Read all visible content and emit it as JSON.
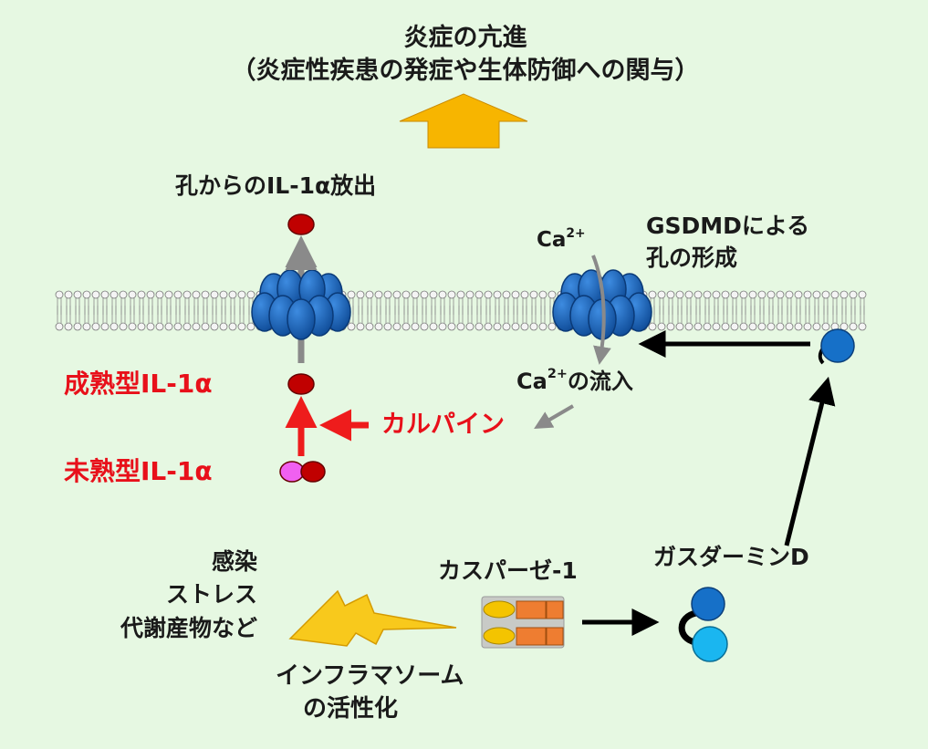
{
  "header": {
    "line1": "炎症の亢進",
    "line2": "（炎症性疾患の発症や生体防御への関与）"
  },
  "release_label": "孔からのIL-1α放出",
  "ca_top": {
    "base": "Ca",
    "sup": "2+"
  },
  "pore_label": {
    "line1": "GSDMDによる",
    "line2": "孔の形成"
  },
  "mature_label": "成熟型IL-1α",
  "calpain_label": "カルパイン",
  "ca_influx": {
    "base": "Ca",
    "sup": "2+",
    "rest": "の流入"
  },
  "immature_label": "未熟型IL-1α",
  "stimuli": [
    "感染",
    "ストレス",
    "代謝産物など"
  ],
  "caspase_label": "カスパーゼ-1",
  "gasdermin_label": "ガスダーミンD",
  "inflammasome": {
    "line1": "インフラマソーム",
    "line2": "の活性化"
  },
  "colors": {
    "background": "#e6f8e2",
    "red_text": "#e8101a",
    "pore_blue": "#1c63b8",
    "arrow_orange": "#f7b500",
    "lightning": "#f8c91c",
    "il1a_red": "#c00000",
    "il1a_pink": "#f060f0",
    "gsdmd_n": "#1670c8",
    "gsdmd_c": "#1ab6f0"
  }
}
